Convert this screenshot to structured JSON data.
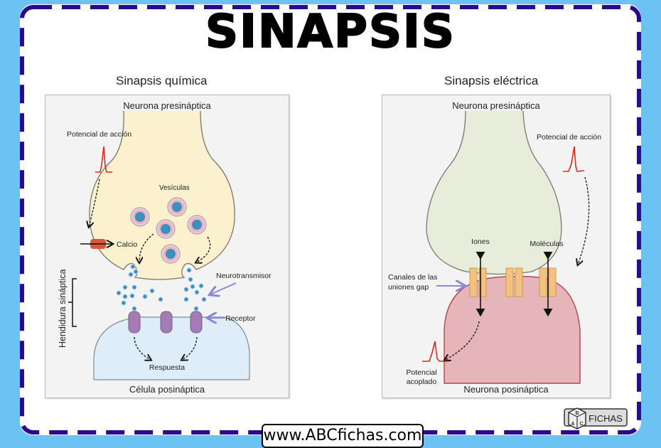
{
  "title": "SINAPSIS",
  "chemical": {
    "subtitle": "Sinapsis química",
    "presynaptic": "Neurona presináptica",
    "action_potential": "Potencial de acción",
    "vesicles": "Vesículas",
    "calcium": "Calcio",
    "cleft": "Hendidura sináptica",
    "neurotransmitter": "Neurotransmisor",
    "receptor": "Receptor",
    "response": "Respuesta",
    "postsynaptic": "Célula posináptica"
  },
  "electrical": {
    "subtitle": "Sinapsis eléctrica",
    "presynaptic": "Neurona presináptica",
    "action_potential": "Potencial de acción",
    "ions": "Iones",
    "molecules": "Moléculas",
    "gap_channels_line1": "Canales de las",
    "gap_channels_line2": "uniones gap",
    "coupled_line1": "Potencial",
    "coupled_line2": "acoplado",
    "postsynaptic": "Neurona posináptica"
  },
  "footer": {
    "url": "www.ABCfichas.com",
    "logo_text": "FICHAS",
    "logo_letters": [
      "B",
      "A",
      "C"
    ]
  },
  "colors": {
    "background": "#6cc3f3",
    "border_dash": "#2b0a8f",
    "presynaptic_chem": "#fbf1cf",
    "postsynaptic_chem": "#deedf8",
    "presynaptic_elec": "#e8eddb",
    "postsynaptic_elec": "#e6b5b9",
    "receptor": "#a57bb5",
    "vesicle_dot": "#3d8fc0",
    "spike": "#e0291c",
    "gap_channel": "#f3c27f",
    "pointer_arrow": "#8a86dc"
  }
}
